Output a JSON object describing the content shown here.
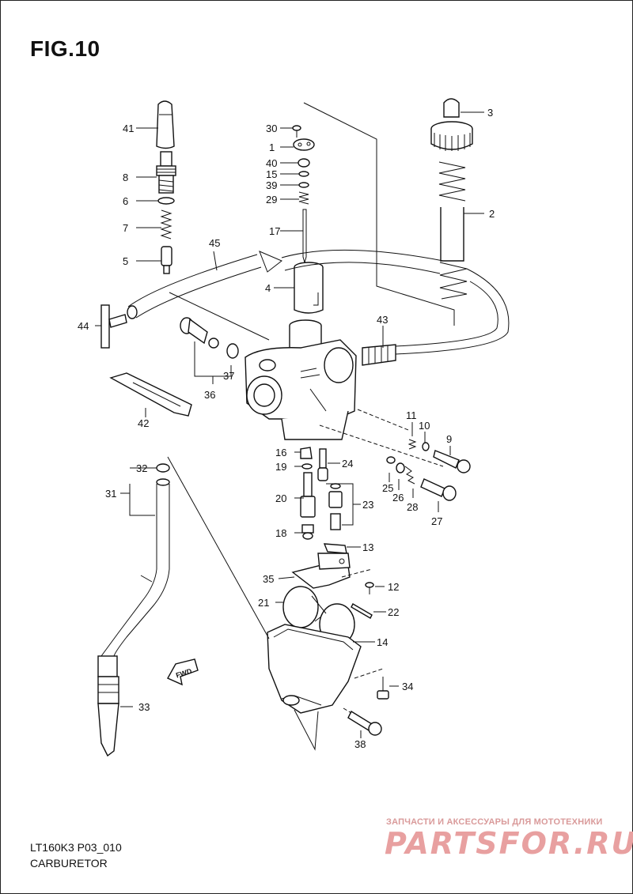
{
  "header": {
    "figure_title": "FIG.10"
  },
  "footer": {
    "model_code": "LT160K3 P03_010",
    "section_name": "CARBURETOR"
  },
  "watermark": {
    "tagline": "ЗАПЧАСТИ И АКСЕССУАРЫ ДЛЯ МОТОТЕХНИКИ",
    "brand": "PARTSFOR.RU",
    "color": "#e8a0a0"
  },
  "fwd_arrow": {
    "text": "FWD"
  },
  "callouts": {
    "c1": "1",
    "c2": "2",
    "c3": "3",
    "c4": "4",
    "c5": "5",
    "c6": "6",
    "c7": "7",
    "c8": "8",
    "c9": "9",
    "c10": "10",
    "c11": "11",
    "c12": "12",
    "c13": "13",
    "c14": "14",
    "c15": "15",
    "c16": "16",
    "c17": "17",
    "c18": "18",
    "c19": "19",
    "c20": "20",
    "c21": "21",
    "c22": "22",
    "c23": "23",
    "c24": "24",
    "c25": "25",
    "c26": "26",
    "c27": "27",
    "c28": "28",
    "c29": "29",
    "c30": "30",
    "c31": "31",
    "c32": "32",
    "c33": "33",
    "c34": "34",
    "c35": "35",
    "c36": "36",
    "c37": "37",
    "c38": "38",
    "c39": "39",
    "c40": "40",
    "c41": "41",
    "c42": "42",
    "c43": "43",
    "c44": "44",
    "c45": "45"
  }
}
